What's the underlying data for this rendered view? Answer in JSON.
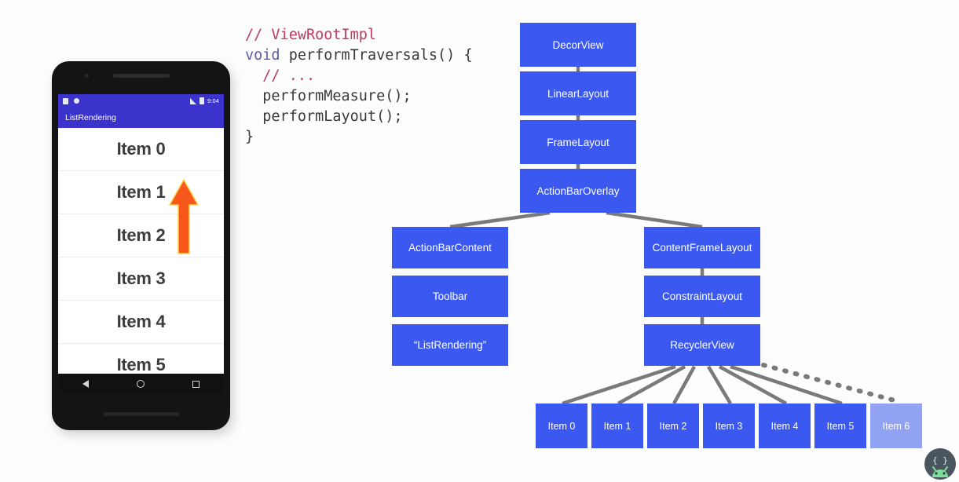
{
  "phone": {
    "status_bar": {
      "icons": [
        "notification-icon",
        "notification-icon-round"
      ],
      "signal_icon": "signal-icon",
      "battery_icon": "battery-icon",
      "time": "9:04"
    },
    "app_bar": {
      "title": "ListRendering"
    },
    "list_items": [
      "Item 0",
      "Item 1",
      "Item 2",
      "Item 3",
      "Item 4",
      "Item 5"
    ],
    "overlay": {
      "arrow": "scroll-up-arrow",
      "color": "#f8571c"
    },
    "nav_bar": {
      "back": "back-icon",
      "home": "home-icon",
      "recents": "recents-icon"
    }
  },
  "code": {
    "lines": [
      {
        "parts": [
          {
            "t": "// ViewRootImpl",
            "c": "cmt"
          }
        ]
      },
      {
        "parts": [
          {
            "t": "void",
            "c": "kw"
          },
          {
            "t": " performTraversals() {",
            "c": ""
          }
        ]
      },
      {
        "parts": [
          {
            "t": "  // ...",
            "c": "cmt"
          }
        ]
      },
      {
        "parts": [
          {
            "t": "  performMeasure();",
            "c": ""
          }
        ]
      },
      {
        "parts": [
          {
            "t": "  performLayout();",
            "c": ""
          }
        ]
      },
      {
        "parts": [
          {
            "t": "}",
            "c": ""
          }
        ]
      }
    ]
  },
  "tree": {
    "nodes": {
      "decor_view": "DecorView",
      "linear_layout": "LinearLayout",
      "frame_layout": "FrameLayout",
      "action_bar_overlay": "ActionBarOverlay",
      "action_bar_content": "ActionBarContent",
      "toolbar": "Toolbar",
      "title_text": "“ListRendering”",
      "content_frame_layout": "ContentFrameLayout",
      "constraint_layout": "ConstraintLayout",
      "recycler_view": "RecyclerView"
    },
    "items": [
      "Item 0",
      "Item 1",
      "Item 2",
      "Item 3",
      "Item 4",
      "Item 5",
      "Item 6"
    ],
    "faded_item_index": 6,
    "colors": {
      "node": "#3b58f0",
      "node_faded": "#93a3f3",
      "edge": "#7a7a7a",
      "app_bar": "#3b33cc"
    }
  },
  "logo": {
    "name": "android-braces-logo",
    "braces": "{ }"
  }
}
